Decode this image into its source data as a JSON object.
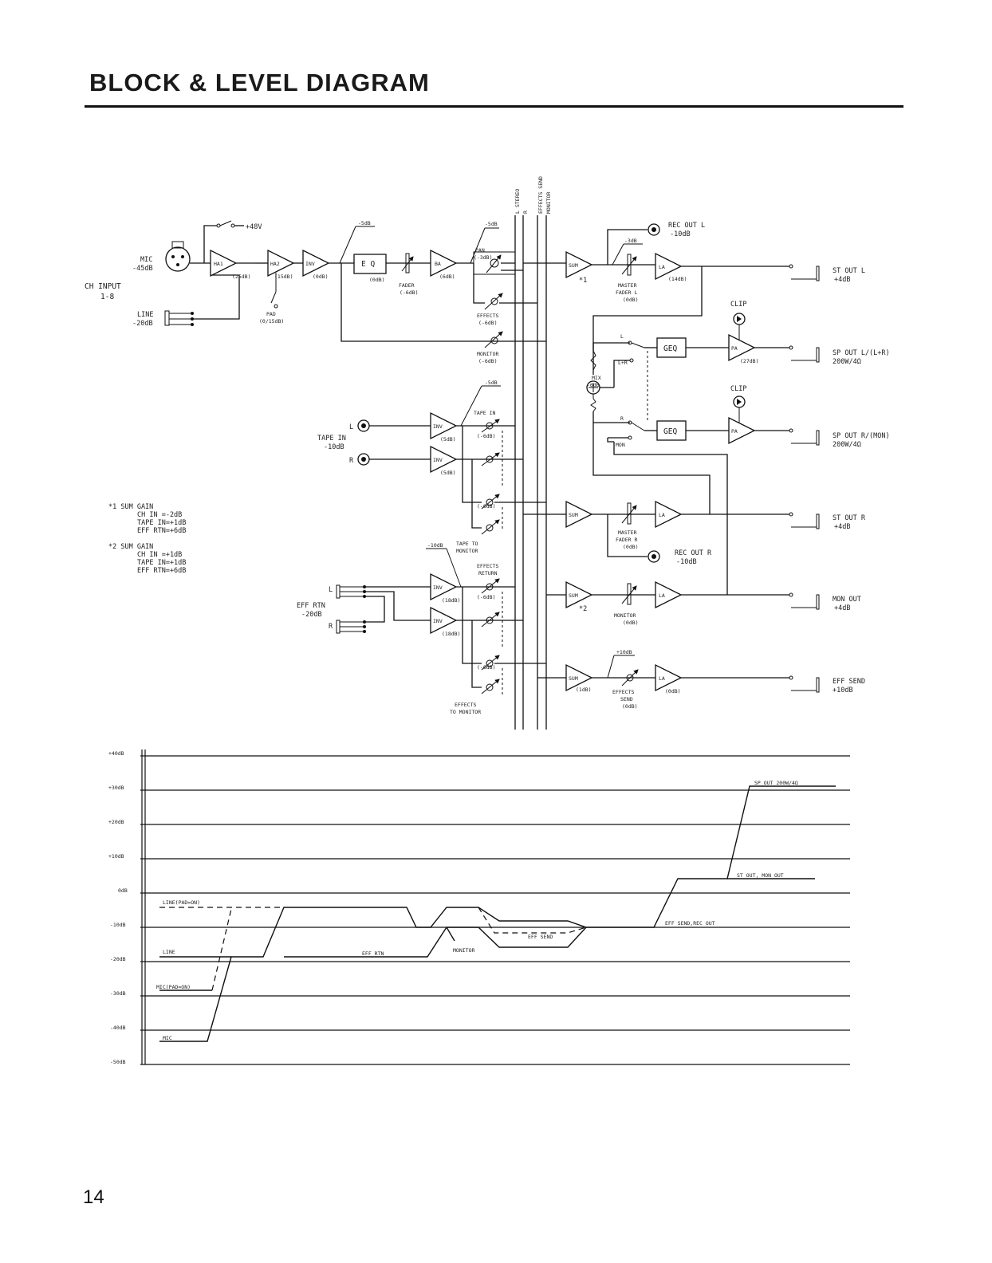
{
  "page": {
    "title": "BLOCK & LEVEL DIAGRAM",
    "page_number": "14"
  },
  "block_diagram": {
    "bus_labels": [
      "L STEREO",
      "R",
      "EFFECTS SEND",
      "MONITOR"
    ],
    "phantom": "+48V",
    "ch_input": {
      "title": "CH INPUT",
      "sub": "1-8",
      "mic": "MIC",
      "mic_level": "-45dB",
      "line": "LINE",
      "line_level": "-20dB"
    },
    "amps": {
      "ha1": "HA1",
      "ha1_gain": "(25dB)",
      "ha2": "HA2",
      "ha2_gain": "(15dB)",
      "inv": "INV",
      "inv_gain": "(0dB)",
      "eq": "E Q",
      "eq_gain": "(0dB)",
      "ba": "BA",
      "ba_gain": "(6dB)",
      "sum": "SUM",
      "la": "LA",
      "pa": "PA",
      "geq": "GEQ",
      "la_gain": "(14dB)",
      "pa_gain": "(27dB)"
    },
    "pad": {
      "label": "PAD",
      "value": "(0/15dB)"
    },
    "fader": {
      "label": "FADER",
      "value": "(-6dB)"
    },
    "pan": {
      "label": "PAN",
      "value": "(-3dB)"
    },
    "levels": {
      "m5": "-5dB",
      "m10": "-10dB",
      "m3": "-3dB",
      "p10": "+10dB",
      "m6": "(-6dB)"
    },
    "effects": {
      "label": "EFFECTS",
      "value": "(-6dB)"
    },
    "monitor": {
      "label": "MONITOR",
      "value": "(-6dB)"
    },
    "sum_marks": [
      "*1",
      "*2"
    ],
    "master_l": {
      "label": "MASTER",
      "label2": "FADER L",
      "value": "(0dB)"
    },
    "master_r": {
      "label": "MASTER",
      "label2": "FADER R",
      "value": "(0dB)"
    },
    "rec_out_l": {
      "label": "REC OUT L",
      "level": "-10dB"
    },
    "rec_out_r": {
      "label": "REC OUT R",
      "level": "-10dB"
    },
    "clip": "CLIP",
    "mix": {
      "label": "MIX",
      "level": "-6dB"
    },
    "switch_labels": {
      "l": "L",
      "lr": "L+R",
      "r": "R",
      "mon": "MON"
    },
    "outputs": {
      "st_out_l": "ST OUT L",
      "st_out_l_level": "+4dB",
      "sp_out_l": "SP OUT L/(L+R)",
      "sp_out_l_level": "200W/4Ω",
      "sp_out_r": "SP OUT R/(MON)",
      "sp_out_r_level": "200W/4Ω",
      "st_out_r": "ST OUT R",
      "st_out_r_level": "+4dB",
      "mon_out": "MON OUT",
      "mon_out_level": "+4dB",
      "eff_send": "EFF SEND",
      "eff_send_level": "+10dB"
    },
    "tape_in": {
      "label": "TAPE IN",
      "level": "-10dB",
      "l": "L",
      "r": "R",
      "section": "TAPE IN",
      "gain": "(5dB)"
    },
    "tape_to_monitor": {
      "l1": "TAPE TO",
      "l2": "MONITOR"
    },
    "effects_return": {
      "l1": "EFFECTS",
      "l2": "RETURN",
      "gain": "(18dB)"
    },
    "eff_rtn": {
      "label": "EFF RTN",
      "level": "-20dB",
      "l": "L",
      "r": "R"
    },
    "effects_to_monitor": {
      "l1": "EFFECTS",
      "l2": "TO MONITOR"
    },
    "monitor_fader": {
      "label": "MONITOR",
      "value": "(0dB)"
    },
    "effects_send_fader": {
      "l1": "EFFECTS",
      "l2": "SEND",
      "value": "(0dB)"
    },
    "sum_gain_eff": "(1dB)",
    "la_gain_eff": "(0dB)",
    "notes": {
      "n1": [
        "*1  SUM GAIN",
        "CH IN   =-2dB",
        "TAPE IN=+1dB",
        "EFF RTN=+6dB"
      ],
      "n2": [
        "*2  SUM GAIN",
        "CH IN   =+1dB",
        "TAPE IN=+1dB",
        "EFF RTN=+6dB"
      ]
    }
  },
  "level_diagram": {
    "y_ticks": [
      "+40dB",
      "+30dB",
      "+20dB",
      "+10dB",
      "0dB",
      "-10dB",
      "-20dB",
      "-30dB",
      "-40dB",
      "-50dB"
    ],
    "traces": {
      "sp_out": "SP OUT 200W/4Ω",
      "st_out": "ST OUT, MON OUT",
      "eff_send_rec": "EFF SEND,REC OUT",
      "line_pad": "LINE(PAD=ON)",
      "line": "LINE",
      "eff_rtn": "EFF RTN",
      "eff_send": "EFF SEND",
      "monitor": "MONITOR",
      "mic_pad": "MIC(PAD=ON)",
      "mic": "MIC"
    }
  }
}
